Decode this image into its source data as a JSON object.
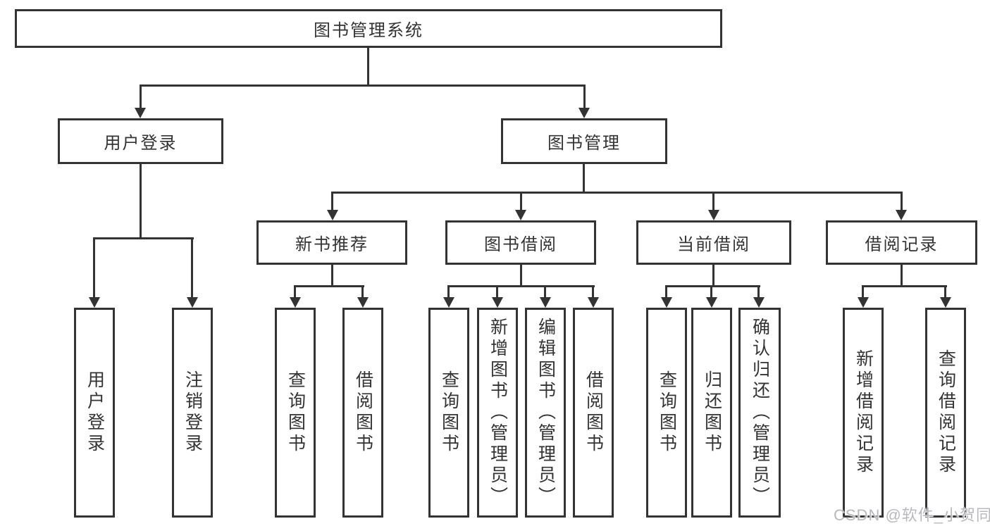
{
  "nodes": {
    "root": "图书管理系统",
    "level2": [
      {
        "label": "用户登录",
        "children": [
          "用户登录",
          "注销登录"
        ]
      },
      {
        "label": "图书管理",
        "groups": [
          {
            "label": "新书推荐",
            "children": [
              "查询图书",
              "借阅图书"
            ]
          },
          {
            "label": "图书借阅",
            "children": [
              "查询图书",
              "新增图书（管理员）",
              "编辑图书（管理员）",
              "借阅图书"
            ]
          },
          {
            "label": "当前借阅",
            "children": [
              "查询图书",
              "归还图书",
              "确认归还（管理员）"
            ]
          },
          {
            "label": "借阅记录",
            "children": [
              "新增借阅记录",
              "查询借阅记录"
            ]
          }
        ]
      }
    ]
  },
  "watermark": "CSDN @软件_小贺同学",
  "colors": {
    "line": "#333333",
    "text": "#333333",
    "box_background": "#ffffff",
    "page_background": "#ffffff",
    "watermark": "#b9b9bd"
  }
}
